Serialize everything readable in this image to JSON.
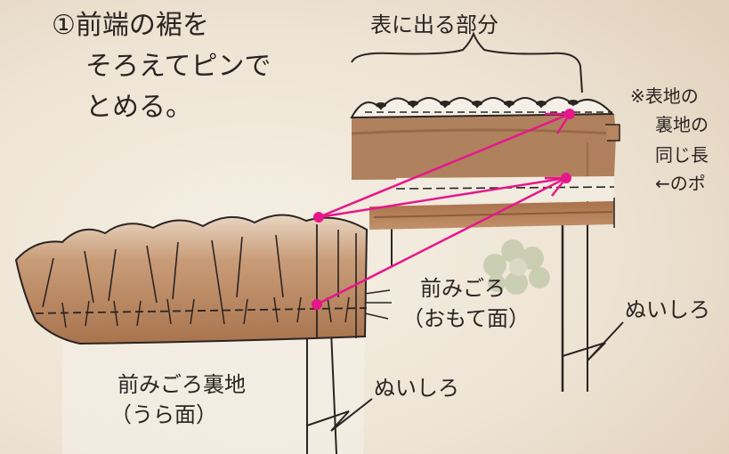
{
  "step": {
    "line1": "①前端の裾を",
    "line2": "そろえてピンで",
    "line3": "とめる。"
  },
  "top_label": "表に出る部分",
  "note": {
    "line1": "※表地の",
    "line2": "裏地の",
    "line3": "同じ長",
    "line4": "←のポ"
  },
  "front_outer": {
    "line1": "前みごろ",
    "line2": "（おもて面）"
  },
  "lining": {
    "line1": "前みごろ裏地",
    "line2": "（うら面）"
  },
  "seam_right": "ぬいしろ",
  "seam_bottom": "ぬいしろ",
  "colors": {
    "background": "#efe6d8",
    "fabric_brown": "#b07d58",
    "fabric_dark": "#8a5a3a",
    "pin_magenta": "#e6178a",
    "ink": "#2a2422",
    "motif_green": "#c9cdb0"
  }
}
